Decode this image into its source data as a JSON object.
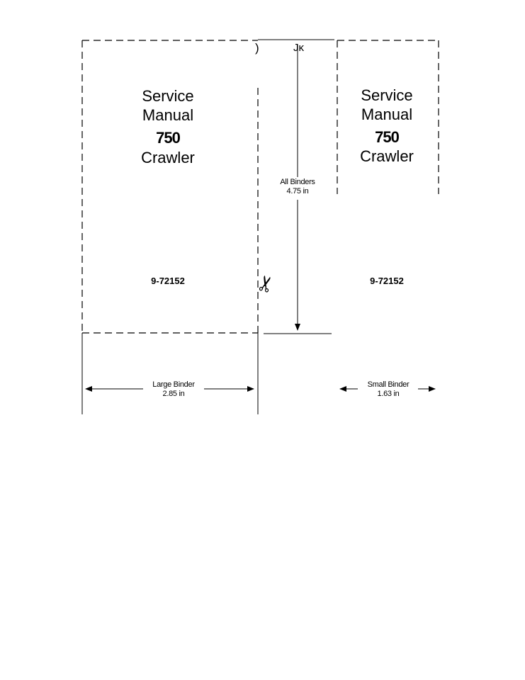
{
  "large_spine": {
    "line1": "Service",
    "line2": "Manual",
    "model": "750",
    "line3": "Crawler",
    "part_number": "9-72152"
  },
  "small_spine": {
    "line1": "Service",
    "line2": "Manual",
    "model": "750",
    "line3": "Crawler",
    "part_number": "9-72152"
  },
  "dimensions": {
    "all_binders": {
      "label": "All Binders",
      "value": "4.75 in"
    },
    "large_binder": {
      "label": "Large Binder",
      "value": "2.85 in"
    },
    "small_binder": {
      "label": "Small Binder",
      "value": "1.63 in"
    }
  },
  "stray_marks": {
    "paren": ")",
    "jk": "Jĸ"
  },
  "icons": {
    "cut_mark": "scissors-icon"
  }
}
